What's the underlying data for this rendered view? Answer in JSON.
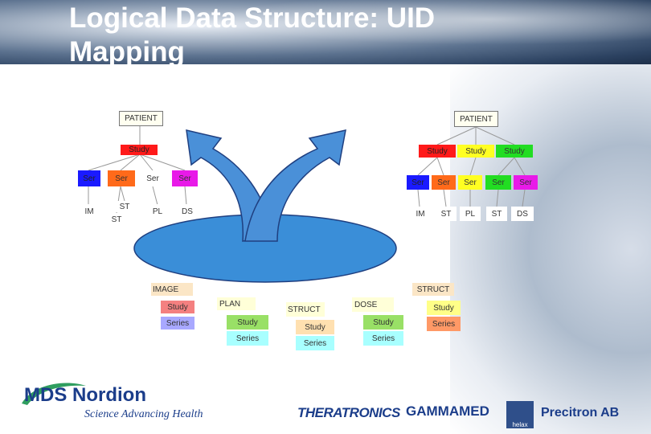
{
  "title": "Logical Data Structure: UID Mapping",
  "colors": {
    "red": "#ff1a1a",
    "orange": "#ff6a1a",
    "blue": "#1a1aff",
    "magenta": "#e81ae8",
    "green": "#22dd22",
    "yellow": "#ffff22",
    "disc": "#3a8ed8"
  },
  "left_tree": {
    "patient": "PATIENT",
    "study": "Study",
    "series": [
      "Ser",
      "Ser",
      "Ser",
      "Ser"
    ],
    "leaves": [
      "IM",
      "ST",
      "ST",
      "PL",
      "DS"
    ]
  },
  "right_tree": {
    "patient": "PATIENT",
    "studies": [
      "Study",
      "Study",
      "Study"
    ],
    "series": [
      "Ser",
      "Ser",
      "Ser",
      "Ser",
      "Ser"
    ],
    "leaves": [
      "IM",
      "ST",
      "PL",
      "ST",
      "DS"
    ]
  },
  "objects": {
    "image": {
      "label": "IMAGE",
      "study": "Study",
      "series": "Series"
    },
    "plan": {
      "label": "PLAN",
      "study": "Study",
      "series": "Series"
    },
    "struct_mid": {
      "label": "STRUCT",
      "study": "Study",
      "series": "Series"
    },
    "dose": {
      "label": "DOSE",
      "study": "Study",
      "series": "Series"
    },
    "struct_right": {
      "label": "STRUCT",
      "study": "Study",
      "series": "Series"
    }
  },
  "logos": {
    "mds": "MDS Nordion",
    "mds_tagline": "Science Advancing Health",
    "theratronics": "THERATRONICS",
    "gammamed": "GAMMAMED",
    "helax": "helax",
    "precitron": "Precitron AB"
  }
}
